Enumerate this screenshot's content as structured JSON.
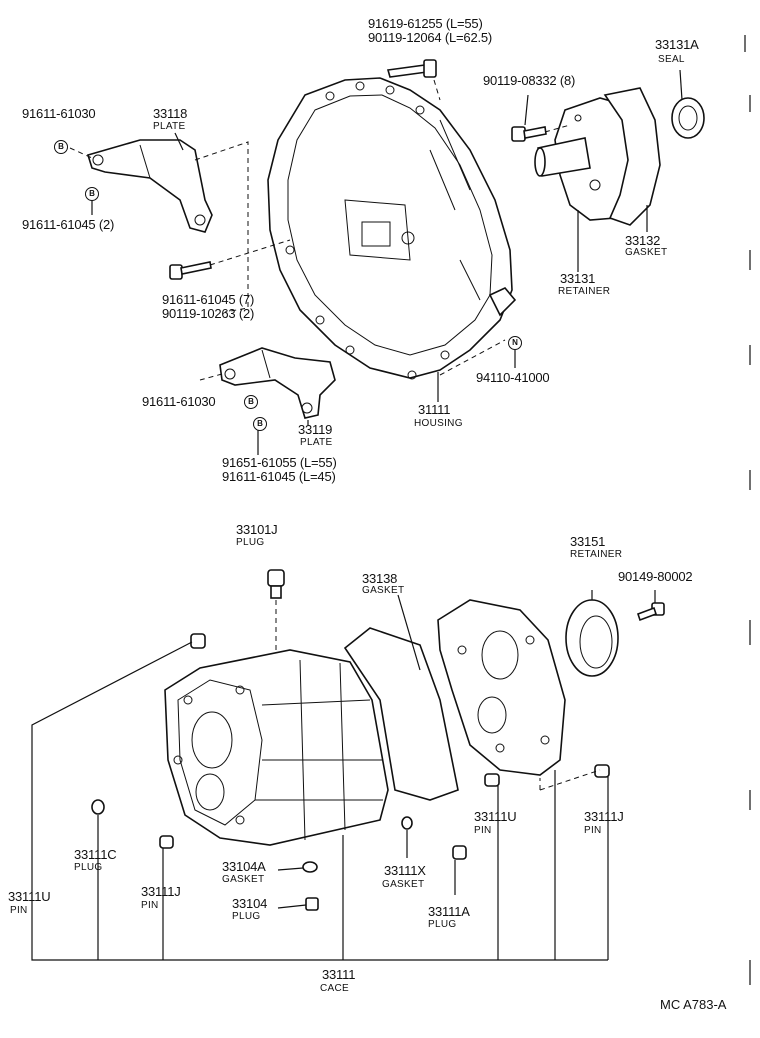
{
  "top": {
    "bolt_top": {
      "line1": "91619-61255 (L=55)",
      "line2": "90119-12064 (L=62.5)"
    },
    "seal": {
      "number": "33131A",
      "name": "SEAL"
    },
    "bolt_8": {
      "number": "90119-08332 (8)"
    },
    "bolt_left_a": {
      "number": "91611-61030"
    },
    "plate_top": {
      "number": "33118",
      "name": "PLATE"
    },
    "bolt_left_b": {
      "number": "91611-61045 (2)"
    },
    "gasket_retainer": {
      "number": "33132",
      "name": "GASKET"
    },
    "retainer": {
      "number": "33131",
      "name": "RETAINER"
    },
    "bolt_mid": {
      "line1": "91611-61045 (7)",
      "line2": "90119-10263 (2)"
    },
    "nut": {
      "number": "94110-41000"
    },
    "bolt_plate_b": {
      "number": "91611-61030"
    },
    "housing": {
      "number": "31111",
      "name": "HOUSING"
    },
    "plate_bottom": {
      "number": "33119",
      "name": "PLATE"
    },
    "bolt_bottom": {
      "line1": "91651-61055 (L=55)",
      "line2": "91611-61045 (L=45)"
    }
  },
  "bottom": {
    "plug_top": {
      "number": "33101J",
      "name": "PLUG"
    },
    "gasket_case": {
      "number": "33138",
      "name": "GASKET"
    },
    "retainer_rear": {
      "number": "33151",
      "name": "RETAINER"
    },
    "bolt_rear": {
      "number": "90149-80002"
    },
    "plug_c": {
      "number": "33111C",
      "name": "PLUG"
    },
    "pin_u_left": {
      "number": "33111U",
      "name": "PIN"
    },
    "pin_j_left": {
      "number": "33111J",
      "name": "PIN"
    },
    "gasket_a": {
      "number": "33104A",
      "name": "GASKET"
    },
    "plug_104": {
      "number": "33104",
      "name": "PLUG"
    },
    "gasket_x": {
      "number": "33111X",
      "name": "GASKET"
    },
    "plug_a": {
      "number": "33111A",
      "name": "PLUG"
    },
    "pin_u_right": {
      "number": "33111U",
      "name": "PIN"
    },
    "pin_j_right": {
      "number": "33111J",
      "name": "PIN"
    },
    "case": {
      "number": "33111",
      "name": "CACE"
    }
  },
  "badges": {
    "b": "B",
    "n": "N"
  },
  "footer": {
    "code": "MC  A783-A"
  }
}
